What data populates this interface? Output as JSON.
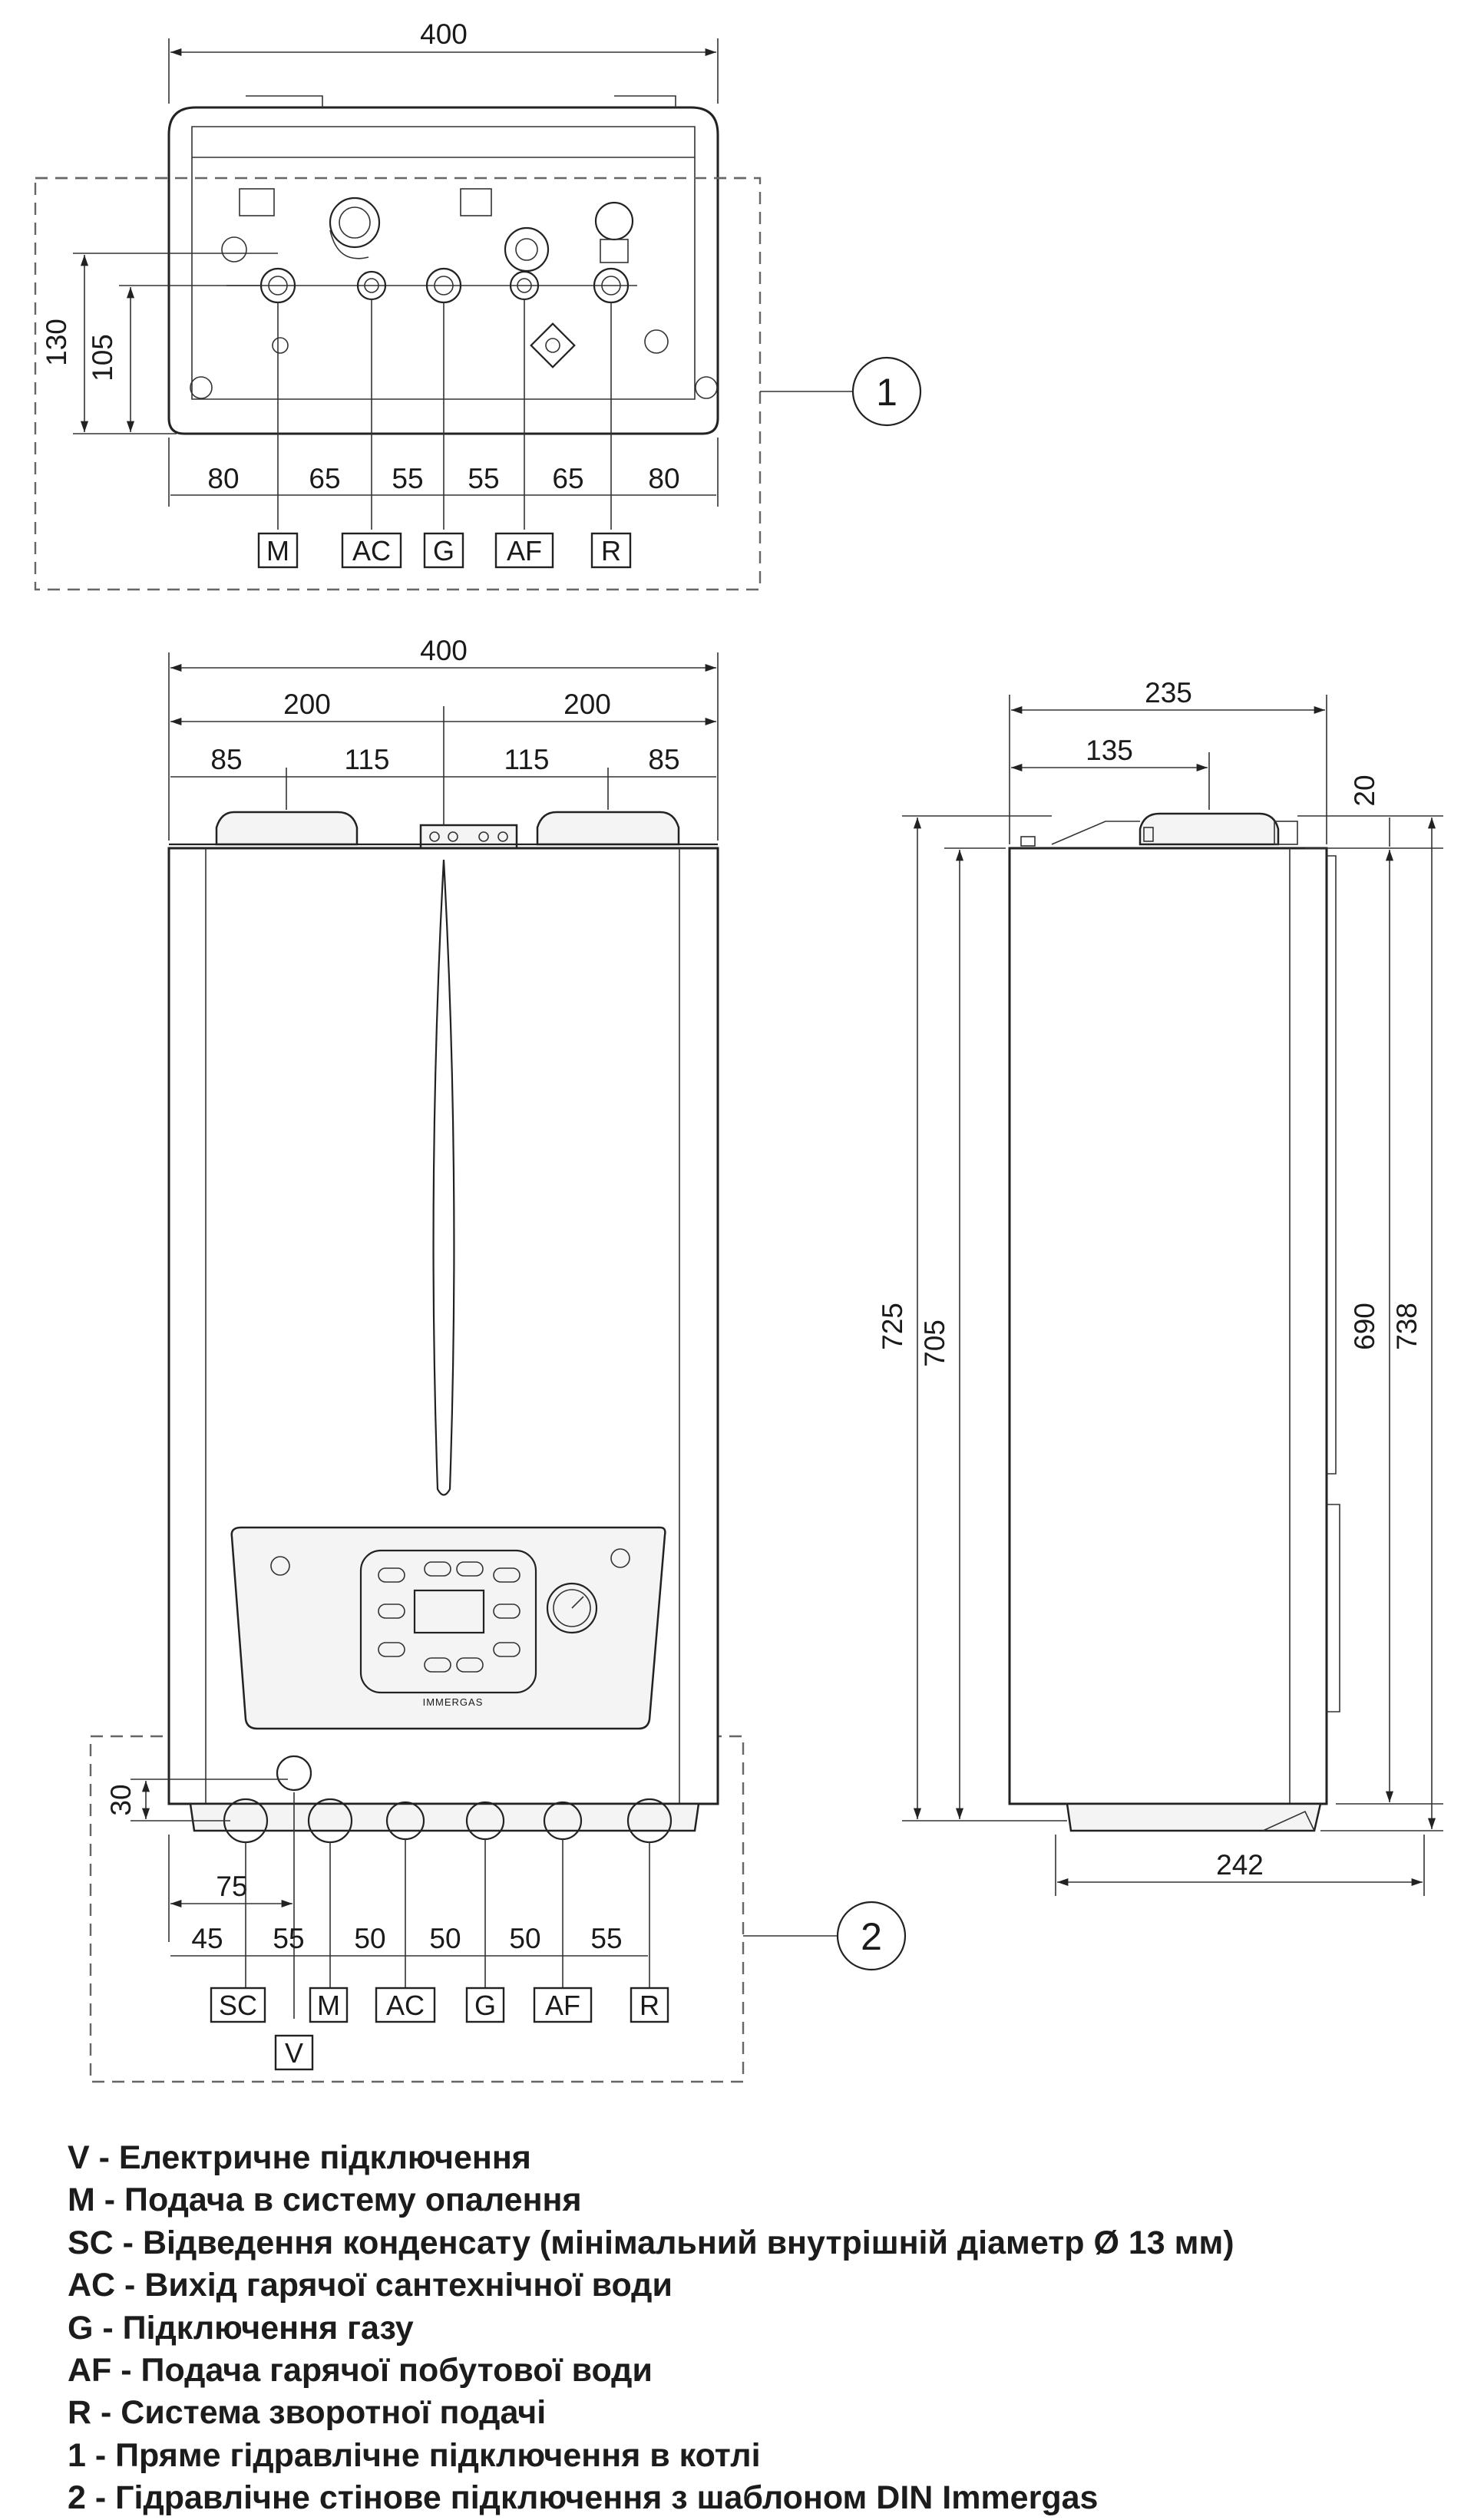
{
  "top_view": {
    "overall_width": "400",
    "height_130": "130",
    "height_105": "105",
    "spacings": [
      "80",
      "65",
      "55",
      "55",
      "65",
      "80"
    ],
    "connections": [
      "M",
      "AC",
      "G",
      "AF",
      "R"
    ],
    "callout": "1"
  },
  "front_view": {
    "overall_width": "400",
    "halves": [
      "200",
      "200"
    ],
    "offsets": [
      "85",
      "115",
      "115",
      "85"
    ],
    "height_30": "30",
    "dim_75": "75",
    "spacings": [
      "45",
      "55",
      "50",
      "50",
      "50",
      "55"
    ],
    "connections": [
      "SC",
      "M",
      "AC",
      "G",
      "AF",
      "R"
    ],
    "electrical": "V",
    "callout": "2",
    "brand_logo": "IMMERGAS"
  },
  "side_view": {
    "depth_top": "235",
    "offset_135": "135",
    "top_20": "20",
    "height_725": "725",
    "height_705": "705",
    "height_690": "690",
    "height_738": "738",
    "depth_bottom": "242"
  },
  "legend": [
    "V - Електричне підключення",
    "M - Подача в систему опалення",
    "SC - Відведення конденсату (мінімальний внутрішній діаметр Ø 13 мм)",
    "AC - Вихід гарячої сантехнічної води",
    "G - Підключення газу",
    "AF - Подача гарячої побутової води",
    "R - Система зворотної подачі",
    "1 - Пряме гідравлічне підключення в котлі",
    "2 - Гідравлічне стінове підключення з шаблоном DIN Immergas"
  ]
}
